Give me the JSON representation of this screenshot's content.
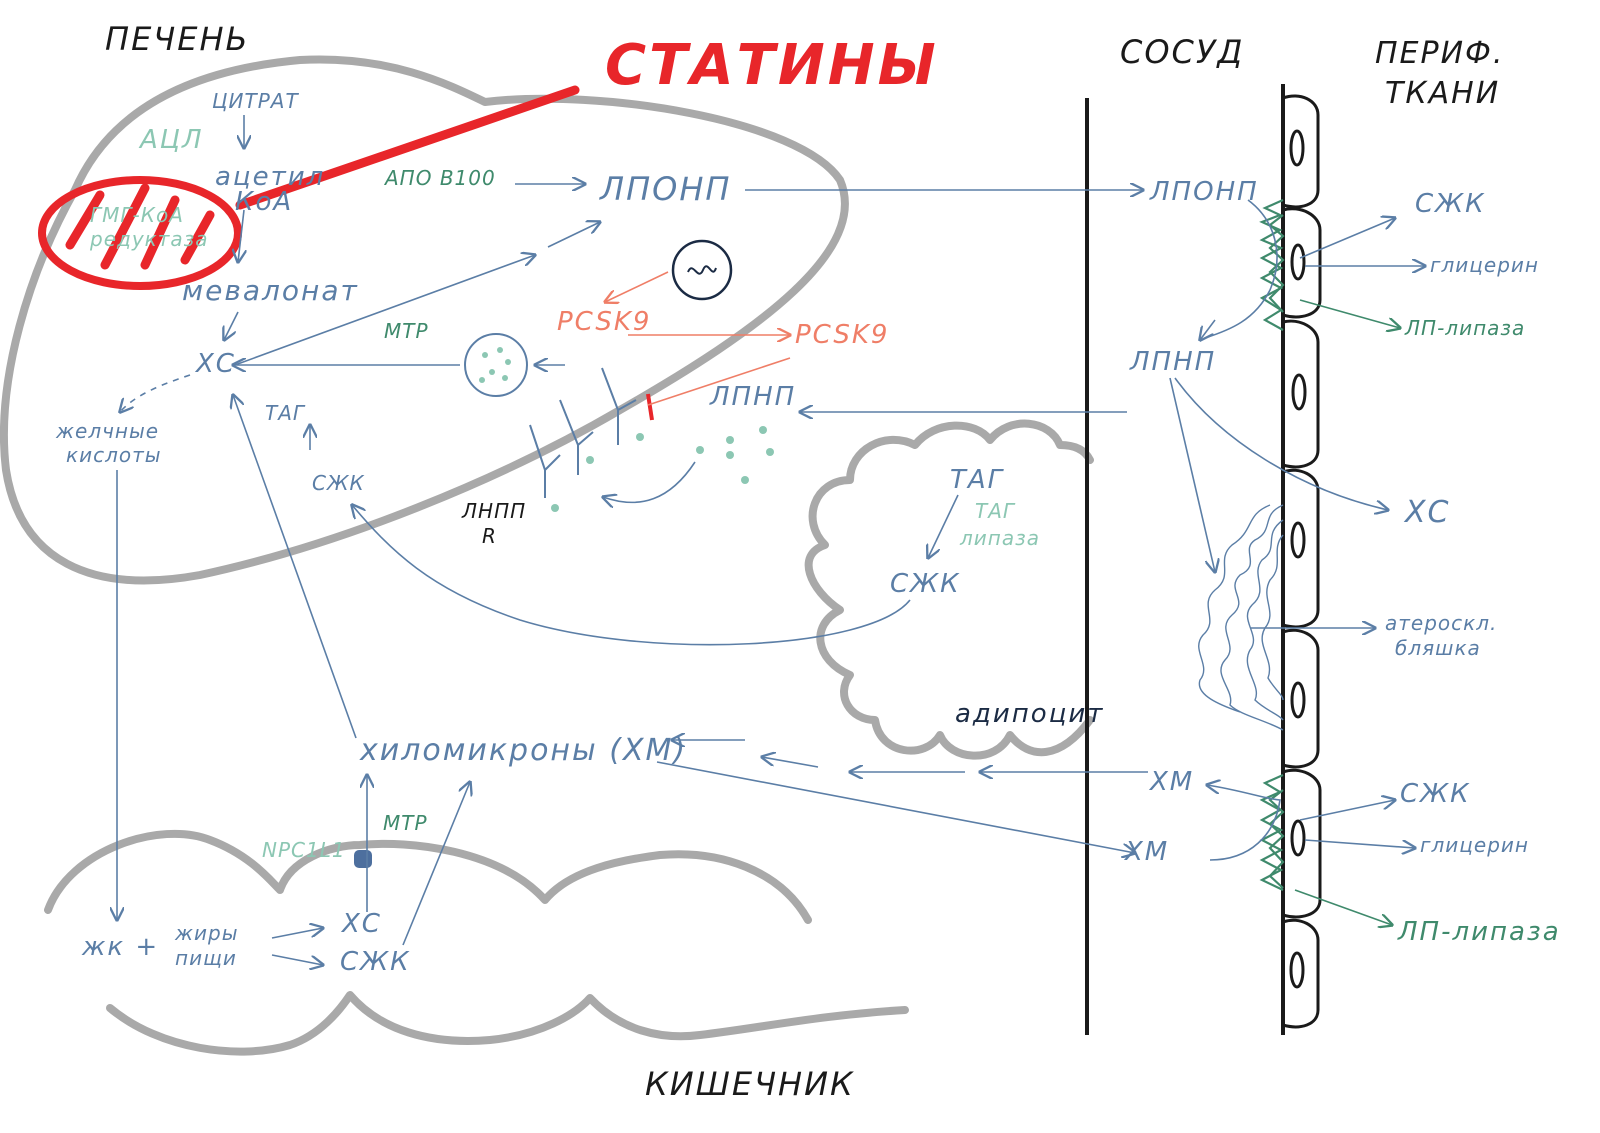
{
  "regions": {
    "liver": "ПЕЧЕНЬ",
    "vessel": "СОСУД",
    "periph_line1": "ПЕРИФ.",
    "periph_line2": "ТКАНИ",
    "intestine": "КИШЕЧНИК",
    "adipocyte": "адипоцит"
  },
  "title": "СТАТИНЫ",
  "liver": {
    "citrate": "ЦИТРАТ",
    "acl": "АЦЛ",
    "acetyl_coa_1": "ацетил",
    "acetyl_coa_2": "КоА",
    "hmg_1": "ГМГ-КоА",
    "hmg_2": "редуктаза",
    "mevalonate": "мевалонат",
    "xc": "ХС",
    "bile_1": "желчные",
    "bile_2": "кислоты",
    "apo_b100": "АПО В100",
    "vldl": "ЛПОНП",
    "mtp": "МТР",
    "pcsk9_a": "PCSK9",
    "pcsk9_b": "PCSK9",
    "ldl_in": "ЛПНП",
    "tag": "ТАГ",
    "ffa": "СЖК",
    "ldlr_1": "ЛНПП",
    "ldlr_2": "R"
  },
  "adipo": {
    "tag": "ТАГ",
    "lipase_1": "ТАГ",
    "lipase_2": "липаза",
    "ffa": "СЖК"
  },
  "vessel": {
    "vldl": "ЛПОНП",
    "ldl": "ЛПНП",
    "xm1": "ХМ",
    "xm2": "ХМ"
  },
  "periph": {
    "ffa1": "СЖК",
    "glycerol1": "глицерин",
    "lpl1": "ЛП-липаза",
    "xc": "ХС",
    "plaque_1": "атероскл.",
    "plaque_2": "бляшка",
    "ffa2": "СЖК",
    "glycerol2": "глицерин",
    "lpl2": "ЛП-липаза"
  },
  "gut": {
    "chylomicrons": "хиломикроны (ХМ)",
    "npc1l1": "NPC1L1",
    "mtp": "МТР",
    "bile_plus": "жк +",
    "food_1": "жиры",
    "food_2": "пищи",
    "xc": "ХС",
    "ffa": "СЖК"
  },
  "colors": {
    "ink": "#1a1a1a",
    "blue": "#5b7ea6",
    "green": "#3f8a6c",
    "teal": "#8cc7b3",
    "salmon": "#ef7e67",
    "red": "#e8262a",
    "organ_gray": "#a9a9a9"
  }
}
